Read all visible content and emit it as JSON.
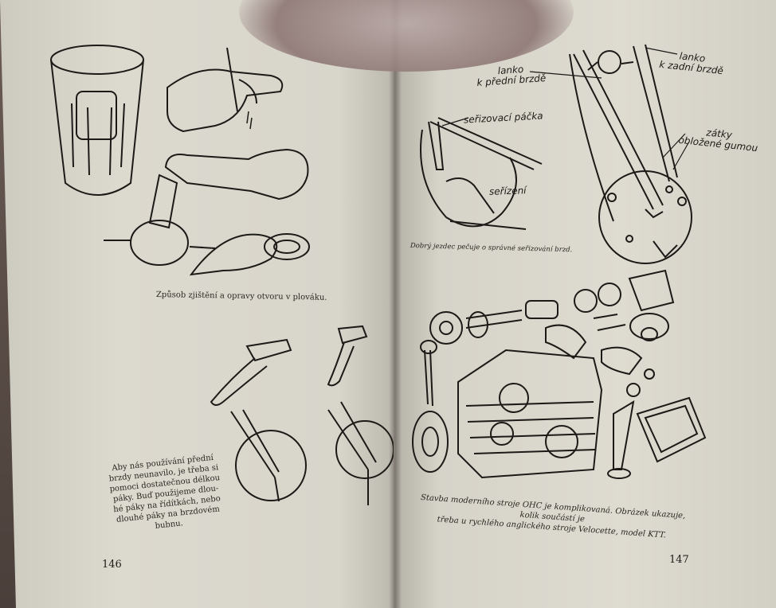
{
  "left_page": {
    "page_number": "146",
    "caption_float": "Způsob zjištění a opravy otvoru v plováku.",
    "caption_lever": [
      "Aby nás používání přední",
      "brzdy neunavilo, je třeba si",
      "pomoci dostatečnou délkou",
      "páky. Buď použijeme dlou-",
      "hé páky na řídítkách, nebo",
      "dlouhé páky na brzdovém",
      "bubnu."
    ]
  },
  "right_page": {
    "page_number": "147",
    "labels": {
      "front_brake_cable": [
        "lanko",
        "k přední brzdě"
      ],
      "rear_brake_cable": [
        "lanko",
        "k zadní brzdě"
      ],
      "adjusting_lever": "seřizovací páčka",
      "adjustment": "seřízení",
      "rubber_plugs": [
        "zátky",
        "obložené gumou"
      ]
    },
    "caption_brakes": "Dobrý jezdec pečuje o správné seřizování brzd.",
    "caption_ohc": [
      "Stavba moderního stroje OHC je komplikovaná. Obrázek ukazuje, kolik součástí je",
      "třeba u rychlého anglického stroje Velocette, model KTT."
    ]
  }
}
